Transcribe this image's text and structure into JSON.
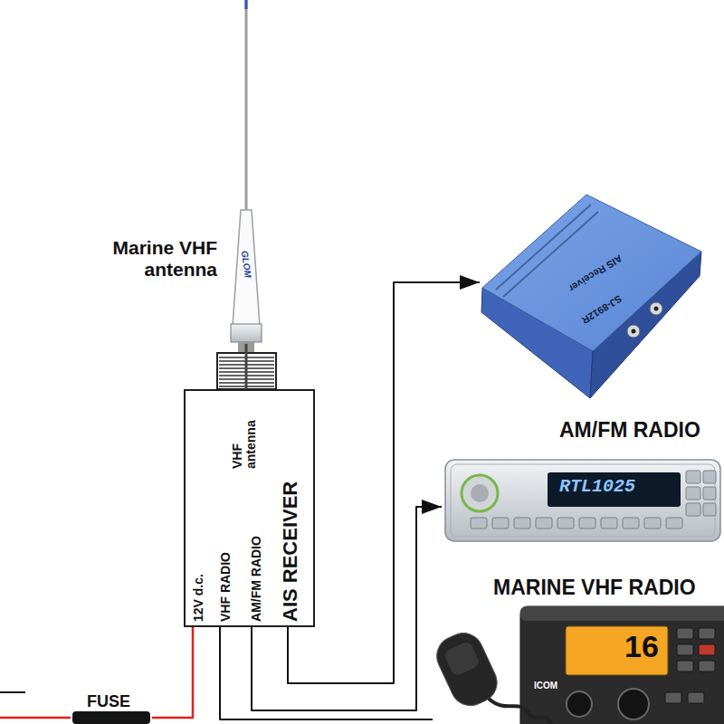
{
  "diagram": {
    "nodes": [
      {
        "text": [
          "Marine VHF antenna"
        ]
      },
      {
        "text": [
          "VHF antenna",
          "12V d.c.",
          "VHF RADIO",
          "AM/FM RADIO",
          "AIS RECEIVER"
        ]
      },
      {
        "text": [
          "AIS Receiver",
          "SJ-8912R"
        ]
      },
      {
        "text": [
          "AM/FM RADIO",
          "RTL1025"
        ]
      },
      {
        "text": [
          "MARINE VHF RADIO",
          "16",
          "ICOM"
        ]
      },
      {
        "text": [
          "FUSE"
        ]
      }
    ],
    "edges": [
      {
        "from": 0,
        "to": 1,
        "arrow": "none"
      },
      {
        "from": 1,
        "to": 2,
        "arrow": "to"
      },
      {
        "from": 1,
        "to": 3,
        "arrow": "to"
      },
      {
        "from": 1,
        "to": 4,
        "arrow": "none"
      },
      {
        "from": 5,
        "to": 1,
        "arrow": "none"
      }
    ],
    "labels": [
      "GLOM"
    ]
  }
}
